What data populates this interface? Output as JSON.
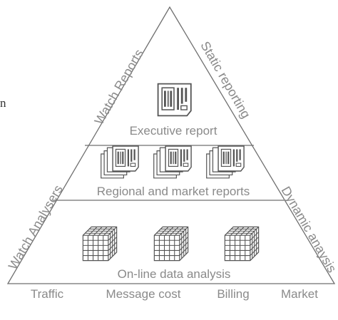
{
  "diagram": {
    "side_labels": {
      "left_upper": "Watch Reports",
      "right_upper": "Static reporting",
      "left_lower": "Watch Analysers",
      "right_lower": "Dynamic anaysis"
    },
    "tiers": {
      "top": {
        "label": "Executive report",
        "icon": "report-icon"
      },
      "middle": {
        "label": "Regional and market reports",
        "icon": "stacked-reports-icon",
        "icon_count": 3
      },
      "bottom": {
        "label": "On-line data analysis",
        "icon": "data-cube-icon",
        "icon_count": 3
      }
    },
    "base_labels": [
      "Traffic",
      "Message cost",
      "Billing",
      "Market"
    ],
    "partial_text": "n"
  }
}
